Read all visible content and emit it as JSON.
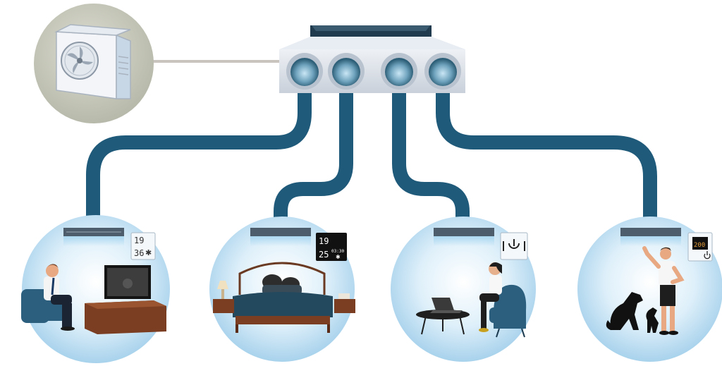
{
  "scene": {
    "colors": {
      "duct": "#1f5a7a",
      "duct_edge": "#174c68",
      "room_light": "#e6f4fb",
      "room_mid": "#b9dcef",
      "room_edge": "#8ec4e2",
      "outdoor_bg": "#c9cbbd",
      "unit_body": "#dbe0e8",
      "panel_black": "#111111"
    },
    "outdoor_unit": {
      "icon": "fan-icon"
    },
    "indoor_unit": {
      "outlets": 4
    },
    "rooms": [
      {
        "name": "living-room",
        "thermostat": {
          "style": "white",
          "readout_top": "19",
          "readout_bottom": "36",
          "icon": "snowflake-icon"
        }
      },
      {
        "name": "bedroom",
        "thermostat": {
          "style": "black",
          "readout_top": "19",
          "readout_bottom": "25",
          "readout_small": "03:30",
          "icon": "snowflake-icon"
        }
      },
      {
        "name": "study",
        "thermostat": {
          "style": "white",
          "icon": "power-icon"
        }
      },
      {
        "name": "hall",
        "thermostat": {
          "style": "white",
          "readout_top": "200",
          "icon": "power-icon"
        }
      }
    ]
  }
}
